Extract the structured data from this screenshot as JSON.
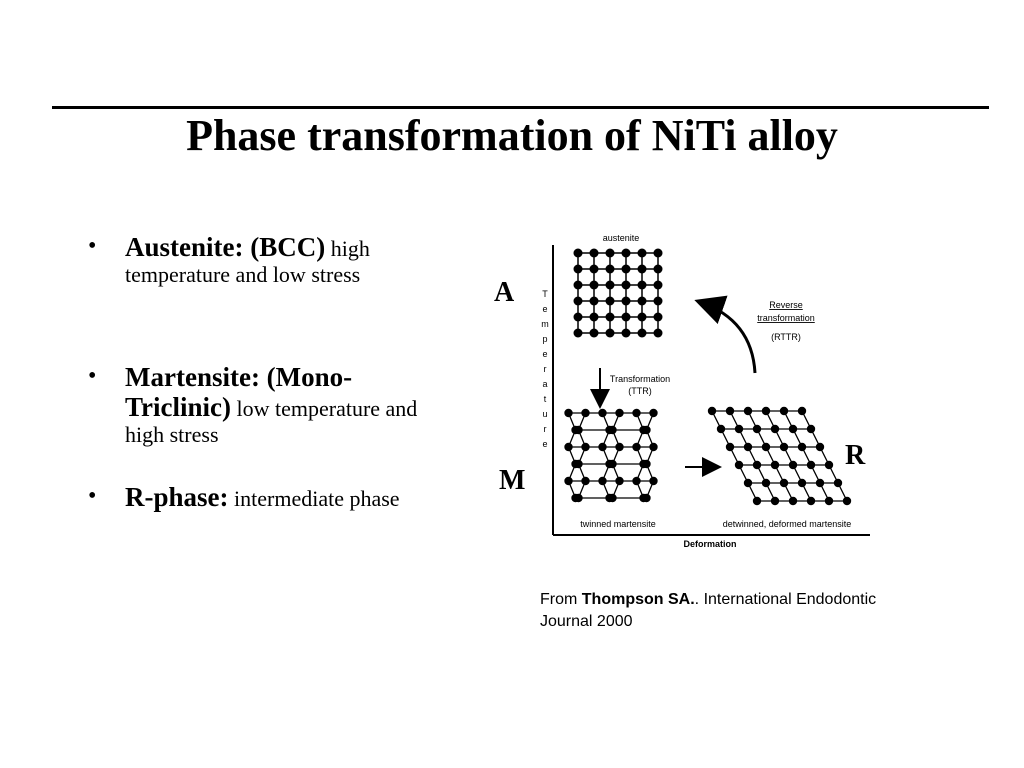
{
  "slide": {
    "title": "Phase transformation of NiTi alloy"
  },
  "bullets": [
    {
      "head": "Austenite: (BCC)",
      "body": " high temperature and low stress"
    },
    {
      "head": "Martensite: (Mono-Triclinic)",
      "body": " low temperature and  high stress"
    },
    {
      "head": "R-phase:",
      "body": " intermediate phase"
    }
  ],
  "diagram": {
    "label_austenite": "austenite",
    "label_reverse_1": "Reverse",
    "label_reverse_2": "transformation",
    "label_rttr": "(RTTR)",
    "label_transform_1": "Transformation",
    "label_transform_2": "(TTR)",
    "label_twinned": "twinned martensite",
    "label_detwinned": "detwinned, deformed martensite",
    "x_axis": "Deformation",
    "y_axis_letters": [
      "T",
      "e",
      "m",
      "p",
      "e",
      "r",
      "a",
      "t",
      "u",
      "r",
      "e"
    ],
    "region_a": "A",
    "region_m": "M",
    "region_r": "R"
  },
  "citation": {
    "prefix": "From ",
    "author": "Thompson SA.",
    "rest": ". International Endodontic Journal 2000"
  }
}
